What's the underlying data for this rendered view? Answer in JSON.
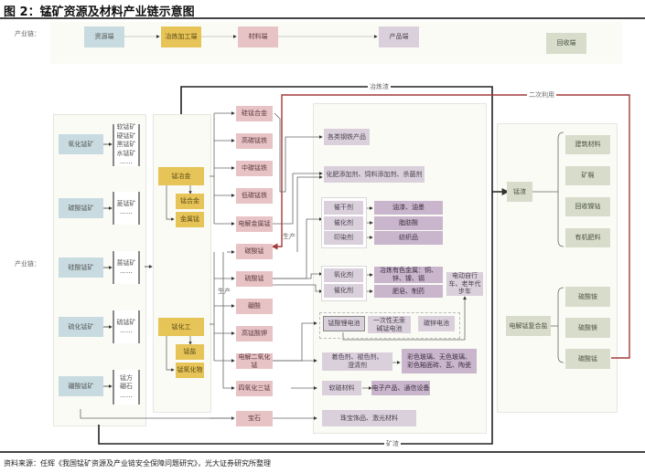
{
  "title": "图 2：锰矿资源及材料产业链示意图",
  "source": "资料来源：任辉《我国锰矿资源及产业链安全保障问题研究》，光大证券研究所整理",
  "header_row": {
    "label": "产业链：",
    "stages": [
      "资源端",
      "冶炼加工端",
      "材料端",
      "产品端",
      "回收端"
    ]
  },
  "main_label": "产业链：",
  "flow_labels": {
    "slag": "冶炼渣",
    "reuse": "二次利用",
    "tailings": "矿渣",
    "produce_1": "生产",
    "produce_2": "生产"
  },
  "ores": [
    {
      "type": "氧化锰矿",
      "minerals": [
        "软锰矿",
        "硬锰矿",
        "黑锰矿",
        "水锰矿",
        "……"
      ]
    },
    {
      "type": "碳酸锰矿",
      "minerals": [
        "菱锰矿",
        "……"
      ]
    },
    {
      "type": "硅酸锰矿",
      "minerals": [
        "蔷锰矿",
        "……"
      ]
    },
    {
      "type": "硫化锰矿",
      "minerals": [
        "硫锰矿",
        "……"
      ]
    },
    {
      "type": "硼酸锰矿",
      "minerals": [
        "锰方",
        "硼石",
        "……"
      ]
    }
  ],
  "smelting": {
    "metallurgy": {
      "name": "锰冶金",
      "children": [
        "锰合金",
        "金属锰"
      ]
    },
    "chemical": {
      "name": "锰化工",
      "children": [
        "锰盐",
        "锰氧化物"
      ]
    }
  },
  "materials": [
    "硅锰合金",
    "高碳锰铁",
    "中碳锰铁",
    "低碳锰铁",
    "电解金属锰",
    "碳酸锰",
    "硫酸锰",
    "硼酸",
    "高锰酸钾",
    "电解二氧化锰",
    "四氧化三锰",
    "宝石"
  ],
  "products": {
    "steel": "各类钢铁产品",
    "additives": "化肥添加剂、饲料添加剂、杀菌剂",
    "agents_group": [
      {
        "agent": "催干剂",
        "use": "油漆、油墨"
      },
      {
        "agent": "催化剂",
        "use": "脂肪酸"
      },
      {
        "agent": "印染剂",
        "use": "纺织品"
      }
    ],
    "oxidants_group": [
      {
        "agent": "氧化剂",
        "use": "冶炼有色金属：铜、锌、镍、镉"
      },
      {
        "agent": "催化剂",
        "use": "肥皂、制药"
      }
    ],
    "vehicles": "电动自行车、老年代步车",
    "batteries": [
      "锰酸锂电池",
      "一次性无汞碱锰电池",
      "碳锌电池"
    ],
    "colorants": "着色剂、褪色剂、澄清剂",
    "glass": "彩色玻璃、无色玻璃、彩色釉面砖、瓦、陶瓷",
    "magnetic": "软磁材料",
    "electronics": "电子产品、通信设备",
    "jewelry": "珠宝饰品、激光材料"
  },
  "recycling": {
    "slag": {
      "name": "锰渣",
      "uses": [
        "建筑材料",
        "矿棉",
        "回收镍钴",
        "有机肥料"
      ]
    },
    "compound_salt": {
      "name": "电解锰复合盐",
      "components": [
        "硫酸铵",
        "硫酸镁",
        "碳酸锰"
      ]
    }
  },
  "colors": {
    "resource": "#c7dbe0",
    "smelting": "#e7c457",
    "material": "#e8c3c6",
    "product": "#d9d0dc",
    "recycle": "#d7dccb",
    "reuse_line": "#a33a3a"
  }
}
